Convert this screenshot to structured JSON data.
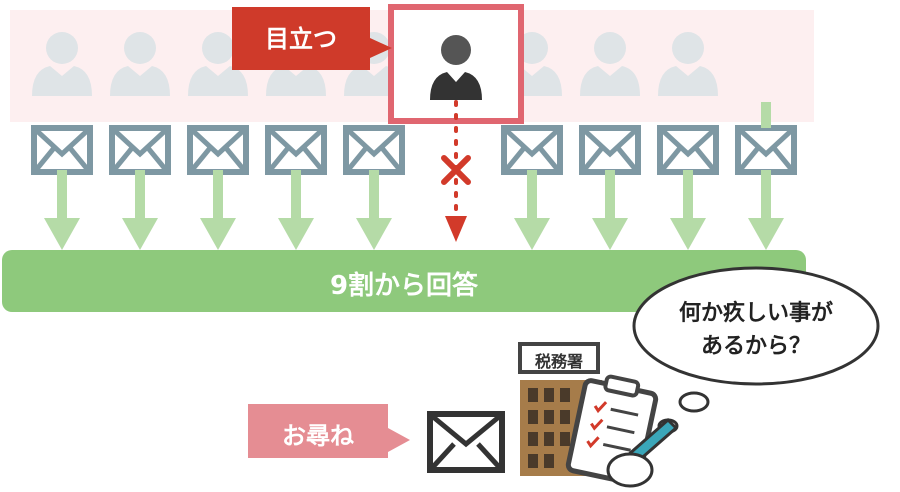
{
  "callout_highlight": "目立つ",
  "response_bar": "9割から回答",
  "bubble": {
    "line1": "何か疚しい事が",
    "line2": "あるから？"
  },
  "building_sign": "税務署",
  "inquiry_label": "お尋ね",
  "colors": {
    "faded_person": "#dfe4e7",
    "highlight_band": "#fdeff0",
    "highlight_border": "#e06670",
    "callout_red": "#cf3a2a",
    "arrow_green": "#b5dba7",
    "bar_green": "#8ec97c",
    "envelope_stroke": "#7e98a3",
    "dotted_red": "#d23a2a",
    "inquiry_pink": "#e58d93",
    "building_brown": "#a67c4a"
  },
  "icons": [
    "person-icon",
    "envelope-icon",
    "down-arrow-icon",
    "cross-icon",
    "tax-office-building-icon",
    "clipboard-icon",
    "pen-icon",
    "thought-bubble"
  ]
}
